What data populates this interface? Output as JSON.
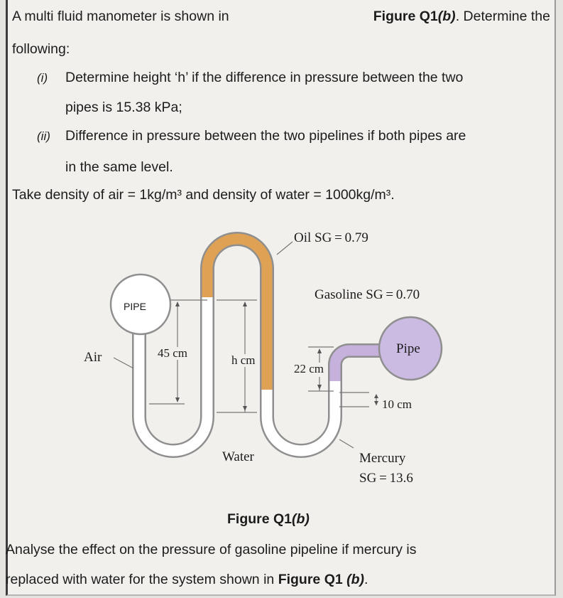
{
  "intro": {
    "part1": "A multi fluid manometer is shown in",
    "figure_ref": "Figure Q1",
    "figure_ref_suffix": "(b)",
    "part2": ". Determine the",
    "part3": "following:"
  },
  "items": [
    {
      "marker": "(i)",
      "line1": "Determine height ‘h’ if the difference in pressure between the two",
      "line2": "pipes is 15.38 kPa;"
    },
    {
      "marker": "(ii)",
      "line1": "Difference in pressure between the two pipelines if both pipes are",
      "line2": "in the same level."
    }
  ],
  "densities": "Take density of air = 1kg/m³ and density of water = 1000kg/m³.",
  "diagram": {
    "oil_label": "Oil SG = 0.79",
    "gasoline_label": "Gasoline SG = 0.70",
    "pipe_left_label": "PIPE",
    "pipe_right_label": "Pipe",
    "air_label": "Air",
    "dim_45": "45 cm",
    "dim_h": "h cm",
    "dim_22": "22 cm",
    "dim_10": "10 cm",
    "water_label": "Water",
    "mercury_label": "Mercury",
    "mercury_sg": "SG = 13.6",
    "colors": {
      "oil": "#dfa254",
      "gasoline": "#c6b0dc",
      "pipe_fill": "#cbbbe2",
      "tube_wall": "#8f8f8f"
    }
  },
  "caption": {
    "title": "Figure Q1",
    "suffix": "(b)"
  },
  "analysis": {
    "line1": "Analyse the effect on the pressure of gasoline pipeline if mercury is",
    "line2_prefix": "replaced with water for the system shown in",
    "figure_ref": "Figure Q1",
    "figure_ref_suffix": "(b)",
    "period": "."
  }
}
